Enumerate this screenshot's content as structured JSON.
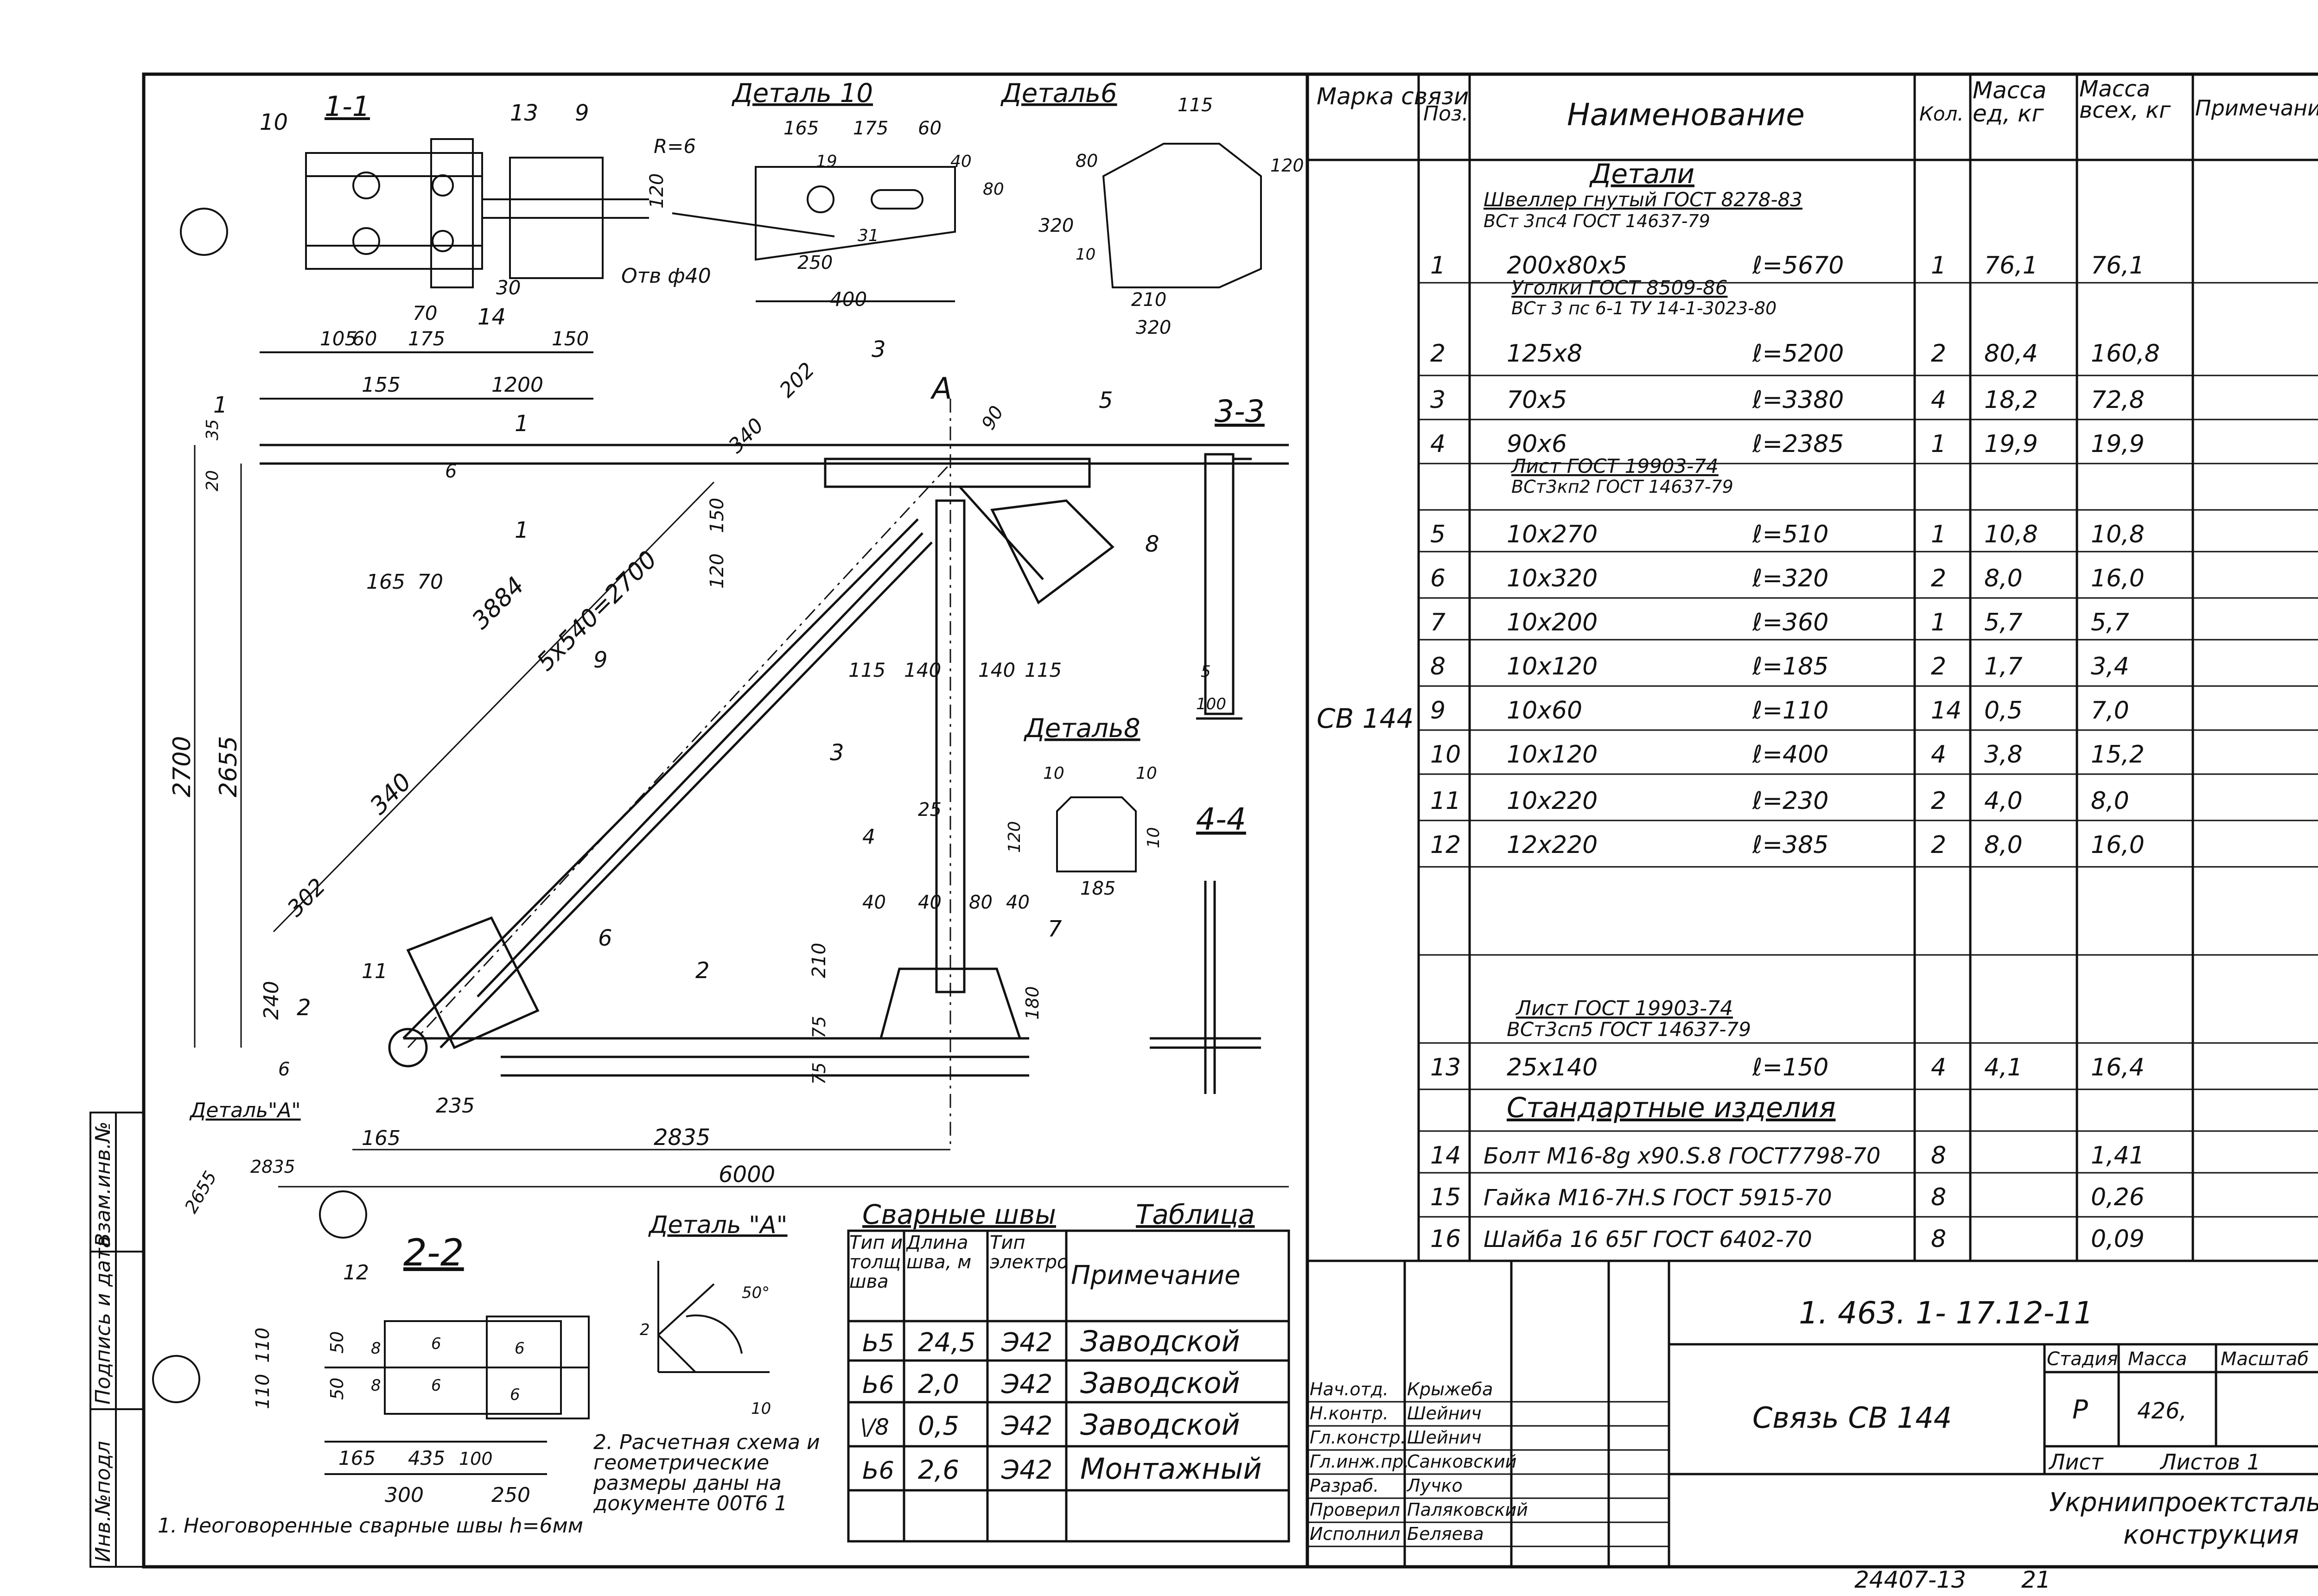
{
  "drawing": {
    "views": {
      "section_1_1": "1-1",
      "detail_10": "Деталь 10",
      "detail_6": "Деталь6",
      "section_3_3": "3-3",
      "detail_8": "Деталь8",
      "section_4_4": "4-4",
      "section_2_2": "2-2",
      "detail_a": "Деталь \"А\"",
      "detail_a_callout": "Деталь\"А\""
    },
    "dimensions": {
      "d_1200": "1200",
      "d_155": "155",
      "d_105": "105",
      "d_60": "60",
      "d_175": "175",
      "d_150": "150",
      "d_30": "30",
      "d_70": "70",
      "d_r6": "R=6",
      "d_hole": "Отв ф40",
      "d10_165": "165",
      "d10_175": "175",
      "d10_60": "60",
      "d10_120": "120",
      "d10_250": "250",
      "d10_400": "400",
      "d10_19": "19",
      "d10_31": "31",
      "d10_40": "40",
      "d10_80": "80",
      "d6_115": "115",
      "d6_320": "320",
      "d6_210": "210",
      "d6_80": "80",
      "d6_120": "120",
      "d6_10": "10",
      "m_3884": "3884",
      "m_5x540": "5x540=2700",
      "m_340a": "340",
      "m_340b": "340",
      "m_202": "202",
      "m_302": "302",
      "m_2700": "2700",
      "m_2655": "2655",
      "m_240": "240",
      "m_35": "35",
      "m_20": "20",
      "m_6a": "6",
      "m_6b": "6",
      "m_165": "165",
      "m_70": "70",
      "m_150": "150",
      "m_120": "120",
      "m_115a": "115",
      "m_140a": "140",
      "m_140b": "140",
      "m_115b": "115",
      "m_90": "90",
      "m_25": "25",
      "m_40a": "40",
      "m_40b": "40",
      "m_80": "80",
      "m_40c": "40",
      "m_210": "210",
      "m_75a": "75",
      "m_75b": "75",
      "m_180": "180",
      "m_235": "235",
      "m_165b": "165",
      "m_2835": "2835",
      "m_6000": "6000",
      "m_2835b": "2835",
      "m_2655b": "2655",
      "s22_110a": "110",
      "s22_110b": "110",
      "s22_50a": "50",
      "s22_50b": "50",
      "s22_8a": "8",
      "s22_8b": "8",
      "s22_6a": "6",
      "s22_6b": "6",
      "s22_6c": "6",
      "s22_6d": "6",
      "s22_165": "165",
      "s22_435": "435",
      "s22_100": "100",
      "s22_300": "300",
      "s22_250": "250",
      "s33_5": "5",
      "s33_100": "100",
      "d8_10a": "10",
      "d8_10b": "10",
      "d8_120": "120",
      "d8_185": "185",
      "d8_10c": "10",
      "da_50": "50°",
      "da_10": "10",
      "da_2": "2"
    },
    "positions": {
      "p1": "1",
      "p2": "2",
      "p3": "3",
      "p5": "5",
      "p6": "6",
      "p7": "7",
      "p8": "8",
      "p9": "9",
      "p10": "10",
      "p11": "11",
      "p12": "12",
      "p13": "13",
      "p14": "14",
      "sec1": "1",
      "sec2": "2",
      "sec3": "3",
      "sec4": "4",
      "sec1b": "1",
      "axis_a": "А"
    },
    "note_2": "2. Расчетная схема и геометрические размеры даны на документе 00Т6 1",
    "note_1": "1. Неоговоренные сварные швы h=6мм"
  },
  "weld_table": {
    "title": "Сварные швы",
    "caption": "Таблица",
    "headers": [
      "Тип и толщ шва",
      "Длина шва, м",
      "Тип электрода",
      "Примечание"
    ],
    "rows": [
      {
        "type": "Ь5",
        "length": "24,5",
        "electrode": "Э42",
        "note": "Заводской"
      },
      {
        "type": "Ь6",
        "length": "2,0",
        "electrode": "Э42",
        "note": "Заводской"
      },
      {
        "type": "\\/8",
        "length": "0,5",
        "electrode": "Э42",
        "note": "Заводской"
      },
      {
        "type": "Ь6",
        "length": "2,6",
        "electrode": "Э42",
        "note": "Монтажный"
      }
    ]
  },
  "spec": {
    "headers": {
      "mark": "Марка связи",
      "pos": "Поз.",
      "name": "Наименование",
      "qty": "Кол.",
      "mass_unit": "Масса ед, кг",
      "mass_all": "Масса всех, кг",
      "note": "Примечание"
    },
    "mark": "СВ 144",
    "section_details": "Детали",
    "std_1": "Швеллер гнутый ГОСТ 8278-83",
    "std_1b": "ВСт 3пс4 ГОСТ 14637-79",
    "std_2": "Уголки ГОСТ 8509-86",
    "std_2b": "ВСт 3 пс 6-1 ТУ 14-1-3023-80",
    "std_3": "Лист ГОСТ 19903-74",
    "std_3b": "ВСт3кп2 ГОСТ 14637-79",
    "std_4": "Лист ГОСТ 19903-74",
    "std_4b": "ВСт3сп5 ГОСТ 14637-79",
    "section_std": "Стандартные изделия",
    "rows": [
      {
        "pos": "1",
        "name": "200х80х5",
        "len": "ℓ=5670",
        "qty": "1",
        "unit": "76,1",
        "all": "76,1"
      },
      {
        "pos": "2",
        "name": "125х8",
        "len": "ℓ=5200",
        "qty": "2",
        "unit": "80,4",
        "all": "160,8"
      },
      {
        "pos": "3",
        "name": "70х5",
        "len": "ℓ=3380",
        "qty": "4",
        "unit": "18,2",
        "all": "72,8"
      },
      {
        "pos": "4",
        "name": "90х6",
        "len": "ℓ=2385",
        "qty": "1",
        "unit": "19,9",
        "all": "19,9"
      },
      {
        "pos": "5",
        "name": "10х270",
        "len": "ℓ=510",
        "qty": "1",
        "unit": "10,8",
        "all": "10,8"
      },
      {
        "pos": "6",
        "name": "10х320",
        "len": "ℓ=320",
        "qty": "2",
        "unit": "8,0",
        "all": "16,0"
      },
      {
        "pos": "7",
        "name": "10х200",
        "len": "ℓ=360",
        "qty": "1",
        "unit": "5,7",
        "all": "5,7"
      },
      {
        "pos": "8",
        "name": "10х120",
        "len": "ℓ=185",
        "qty": "2",
        "unit": "1,7",
        "all": "3,4"
      },
      {
        "pos": "9",
        "name": "10х60",
        "len": "ℓ=110",
        "qty": "14",
        "unit": "0,5",
        "all": "7,0"
      },
      {
        "pos": "10",
        "name": "10х120",
        "len": "ℓ=400",
        "qty": "4",
        "unit": "3,8",
        "all": "15,2"
      },
      {
        "pos": "11",
        "name": "10х220",
        "len": "ℓ=230",
        "qty": "2",
        "unit": "4,0",
        "all": "8,0"
      },
      {
        "pos": "12",
        "name": "12х220",
        "len": "ℓ=385",
        "qty": "2",
        "unit": "8,0",
        "all": "16,0"
      },
      {
        "pos": "13",
        "name": "25х140",
        "len": "ℓ=150",
        "qty": "4",
        "unit": "4,1",
        "all": "16,4"
      },
      {
        "pos": "14",
        "name": "Болт М16-8g х90.S.8 ГОСТ7798-70",
        "len": "",
        "qty": "8",
        "unit": "",
        "all": "1,41"
      },
      {
        "pos": "15",
        "name": "Гайка М16-7Н.S ГОСТ 5915-70",
        "len": "",
        "qty": "8",
        "unit": "",
        "all": "0,26"
      },
      {
        "pos": "16",
        "name": "Шайба 16 65Г ГОСТ 6402-70",
        "len": "",
        "qty": "8",
        "unit": "",
        "all": "0,09"
      }
    ]
  },
  "title_block": {
    "doc_code": "1. 463. 1- 17.12-11",
    "title": "Связь СВ 144",
    "stage_label": "Стадия",
    "mass_label": "Масса",
    "scale_label": "Масштаб",
    "stage": "Р",
    "mass": "426,",
    "sheet_label": "Лист",
    "sheets_label": "Листов 1",
    "org_line1": "Укрниипроектсталь",
    "org_line2": "конструкция",
    "roles": [
      {
        "role": "Нач.отд.",
        "name": "Крыжеба"
      },
      {
        "role": "Н.контр.",
        "name": "Шейнич"
      },
      {
        "role": "Гл.констр.",
        "name": "Шейнич"
      },
      {
        "role": "Гл.инж.пр.",
        "name": "Санковский"
      },
      {
        "role": "Разраб.",
        "name": "Лучко"
      },
      {
        "role": "Проверил",
        "name": "Паляковский"
      },
      {
        "role": "Исполнил",
        "name": "Беляева"
      }
    ],
    "side_labels": [
      "Инв.№подл",
      "Подпись и дата",
      "Взам.инв.№"
    ],
    "footer_code": "24407-13",
    "footer_page": "21"
  }
}
